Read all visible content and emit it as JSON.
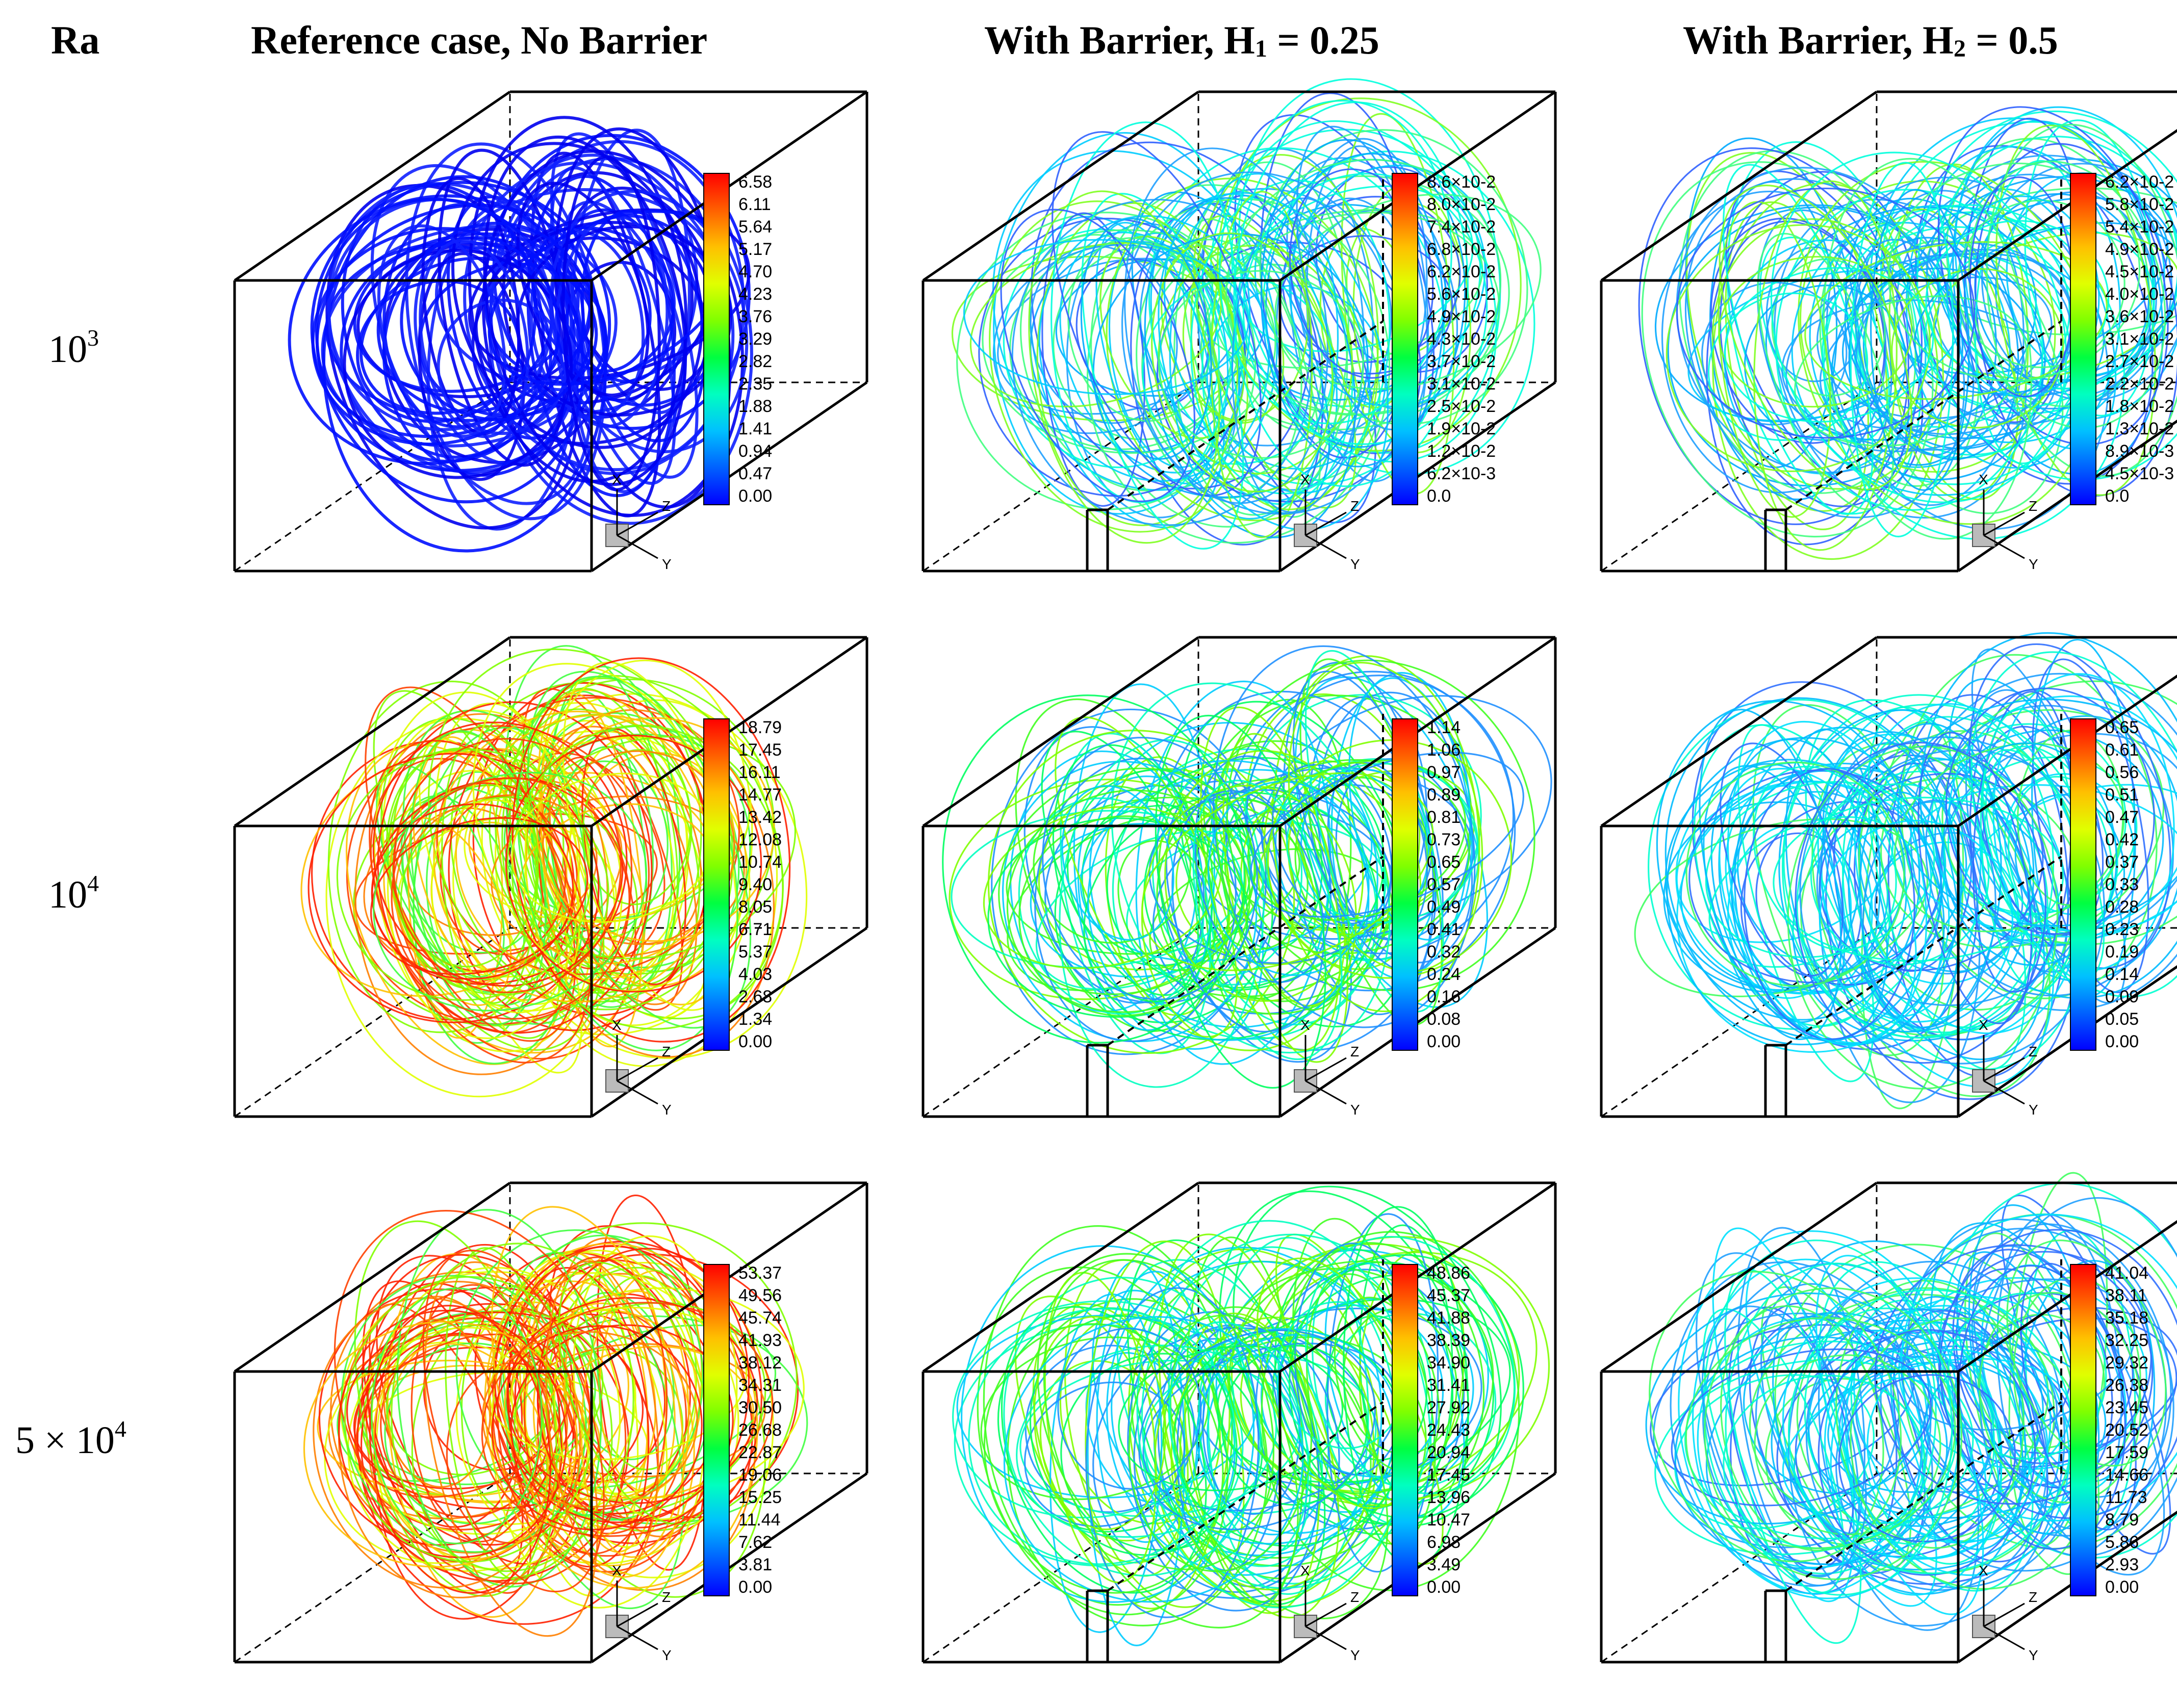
{
  "headers": {
    "ra": "Ra",
    "col1": "Reference case, No Barrier",
    "col2_prefix": "With Barrier, H",
    "col2_sub": "1",
    "col2_suffix": " = 0.25",
    "col3_prefix": "With Barrier, H",
    "col3_sub": "2",
    "col3_suffix": " = 0.5"
  },
  "rows": [
    {
      "base": "10",
      "exp": "3",
      "prefix": ""
    },
    {
      "base": "10",
      "exp": "4",
      "prefix": ""
    },
    {
      "base": "10",
      "exp": "4",
      "prefix": "5 × "
    }
  ],
  "axis_labels": {
    "x": "X",
    "y": "Y",
    "z": "Z"
  },
  "colorbar": [
    "#0000ff",
    "#0060ff",
    "#00c0ff",
    "#00ffc0",
    "#00ff40",
    "#80ff00",
    "#e0ff00",
    "#ffc000",
    "#ff6000",
    "#ff0000"
  ],
  "panels": [
    {
      "id": "r1c1",
      "barrier": false,
      "style": "blue",
      "ticks": [
        "6.58",
        "6.11",
        "5.64",
        "5.17",
        "4.70",
        "4.23",
        "3.76",
        "3.29",
        "2.82",
        "2.35",
        "1.88",
        "1.41",
        "0.94",
        "0.47",
        "0.00"
      ]
    },
    {
      "id": "r1c2",
      "barrier": true,
      "style": "low",
      "ticks": [
        "8.6×10-2",
        "8.0×10-2",
        "7.4×10-2",
        "6.8×10-2",
        "6.2×10-2",
        "5.6×10-2",
        "4.9×10-2",
        "4.3×10-2",
        "3.7×10-2",
        "3.1×10-2",
        "2.5×10-2",
        "1.9×10-2",
        "1.2×10-2",
        "6.2×10-3",
        "0.0"
      ]
    },
    {
      "id": "r1c3",
      "barrier": true,
      "style": "low",
      "ticks": [
        "6.2×10-2",
        "5.8×10-2",
        "5.4×10-2",
        "4.9×10-2",
        "4.5×10-2",
        "4.0×10-2",
        "3.6×10-2",
        "3.1×10-2",
        "2.7×10-2",
        "2.2×10-2",
        "1.8×10-2",
        "1.3×10-2",
        "8.9×10-3",
        "4.5×10-3",
        "0.0"
      ]
    },
    {
      "id": "r2c1",
      "barrier": false,
      "style": "hot",
      "ticks": [
        "18.79",
        "17.45",
        "16.11",
        "14.77",
        "13.42",
        "12.08",
        "10.74",
        "9.40",
        "8.05",
        "6.71",
        "5.37",
        "4.03",
        "2.68",
        "1.34",
        "0.00"
      ]
    },
    {
      "id": "r2c2",
      "barrier": true,
      "style": "mid",
      "ticks": [
        "1.14",
        "1.06",
        "0.97",
        "0.89",
        "0.81",
        "0.73",
        "0.65",
        "0.57",
        "0.49",
        "0.41",
        "0.32",
        "0.24",
        "0.16",
        "0.08",
        "0.00"
      ]
    },
    {
      "id": "r2c3",
      "barrier": true,
      "style": "cool",
      "ticks": [
        "0.65",
        "0.61",
        "0.56",
        "0.51",
        "0.47",
        "0.42",
        "0.37",
        "0.33",
        "0.28",
        "0.23",
        "0.19",
        "0.14",
        "0.09",
        "0.05",
        "0.00"
      ]
    },
    {
      "id": "r3c1",
      "barrier": false,
      "style": "hot",
      "ticks": [
        "53.37",
        "49.56",
        "45.74",
        "41.93",
        "38.12",
        "34.31",
        "30.50",
        "26.68",
        "22.87",
        "19.06",
        "15.25",
        "11.44",
        "7.62",
        "3.81",
        "0.00"
      ]
    },
    {
      "id": "r3c2",
      "barrier": true,
      "style": "mid",
      "ticks": [
        "48.86",
        "45.37",
        "41.88",
        "38.39",
        "34.90",
        "31.41",
        "27.92",
        "24.43",
        "20.94",
        "17.45",
        "13.96",
        "10.47",
        "6.98",
        "3.49",
        "0.00"
      ]
    },
    {
      "id": "r3c3",
      "barrier": true,
      "style": "cool",
      "ticks": [
        "41.04",
        "38.11",
        "35.18",
        "32.25",
        "29.32",
        "26.38",
        "23.45",
        "20.52",
        "17.59",
        "14.66",
        "11.73",
        "8.79",
        "5.86",
        "2.93",
        "0.00"
      ]
    }
  ]
}
